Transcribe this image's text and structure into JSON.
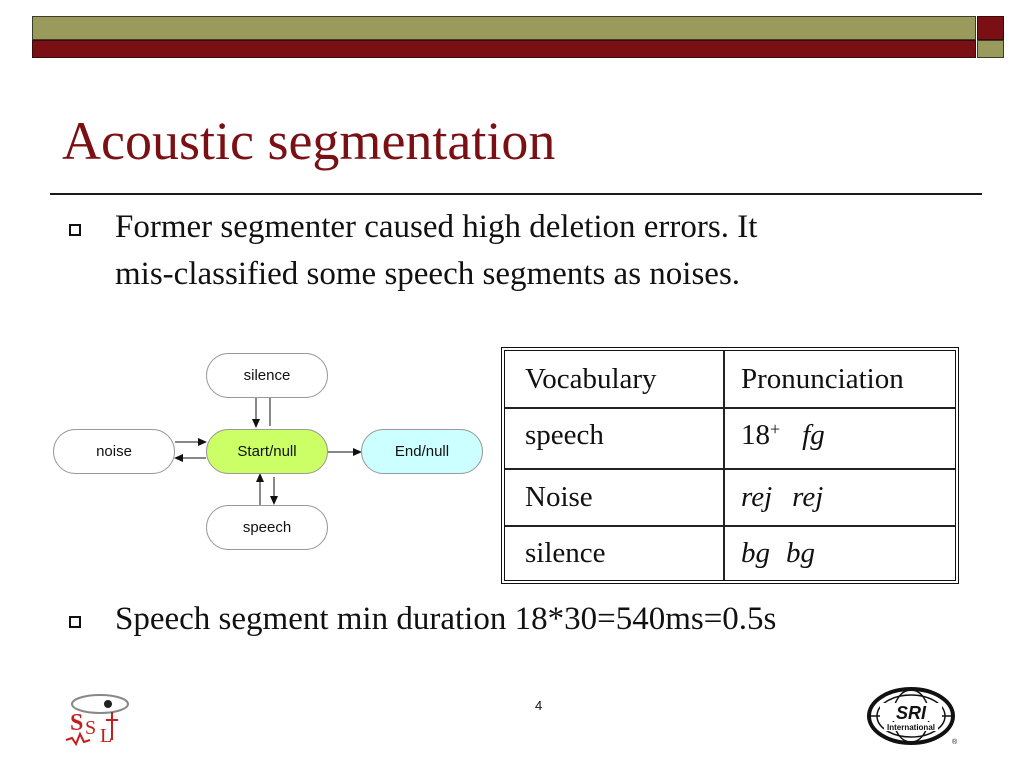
{
  "slide": {
    "title": "Acoustic segmentation",
    "bullets": [
      {
        "line1": "Former segmenter caused high deletion errors. It",
        "line2": "mis-classified some speech segments as noises."
      },
      {
        "line1": "Speech segment min duration 18*30=540ms=0.5s"
      }
    ],
    "page_number": "4"
  },
  "diagram": {
    "nodes": {
      "silence": "silence",
      "noise": "noise",
      "start": "Start/null",
      "end": "End/null",
      "speech": "speech"
    },
    "colors": {
      "start_fill": "#ccff66",
      "end_fill": "#ccffff",
      "plain_fill": "#ffffff"
    }
  },
  "table": {
    "headers": [
      "Vocabulary",
      "Pronunciation"
    ],
    "rows": [
      {
        "vocab": "speech",
        "pron_a": "18",
        "pron_sup": "+",
        "pron_b": "fg"
      },
      {
        "vocab": "Noise",
        "pron_a": "rej",
        "pron_b": "rej"
      },
      {
        "vocab": "silence",
        "pron_a": "bg",
        "pron_b": "bg"
      }
    ]
  },
  "logos": {
    "left": "SSL",
    "right": "SRI International"
  },
  "colors": {
    "title": "#7a1014",
    "bar_olive": "#9a9a5c",
    "bar_maroon": "#7a0f14"
  }
}
